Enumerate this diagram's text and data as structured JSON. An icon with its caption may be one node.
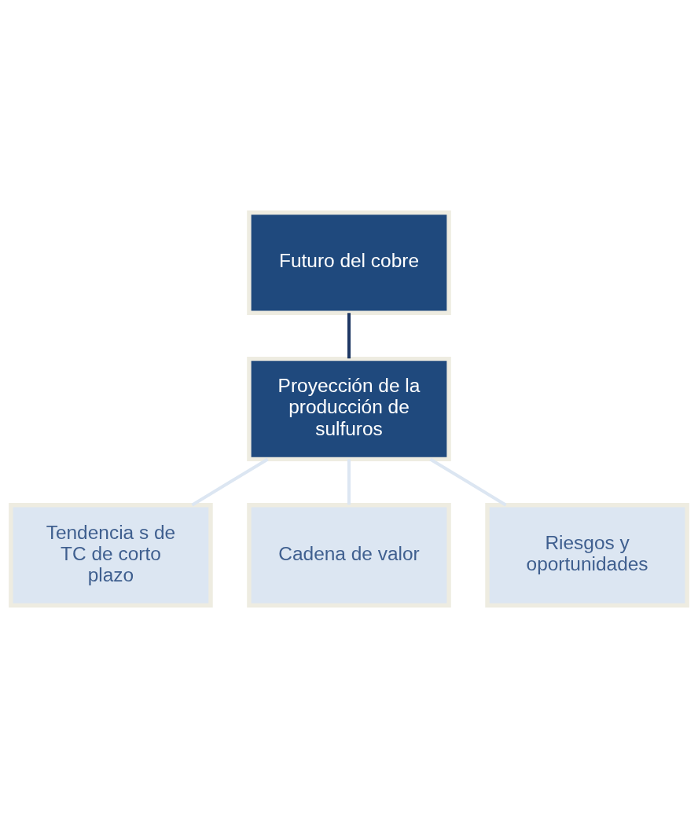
{
  "diagram": {
    "nodes": [
      {
        "text": [
          "Futuro del cobre"
        ]
      },
      {
        "text": [
          "Proyección de la producción de sulfuros"
        ]
      },
      {
        "text": [
          "Tendencia s de TC de corto plazo"
        ]
      },
      {
        "text": [
          "Cadena de valor"
        ]
      },
      {
        "text": [
          "Riesgos y oportunidades"
        ]
      }
    ],
    "edges": [
      {
        "from": 0,
        "to": 1,
        "arrow": "none",
        "color": "#1f3864"
      },
      {
        "from": 1,
        "to": 2,
        "arrow": "none"
      },
      {
        "from": 1,
        "to": 3,
        "arrow": "none"
      },
      {
        "from": 1,
        "to": 4,
        "arrow": "none"
      }
    ]
  }
}
